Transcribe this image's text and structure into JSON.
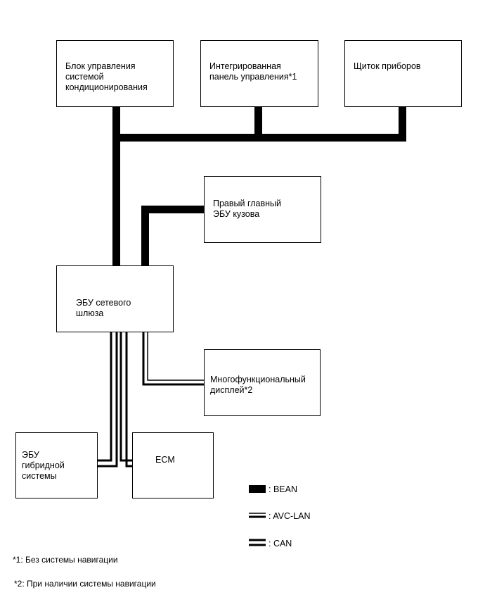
{
  "nodes": {
    "climate_control": "Блок управления\nсистемой\nкондиционирования",
    "integrated_panel": "Интегрированная\nпанель управления*1",
    "instrument_cluster": "Щиток приборов",
    "right_body_ecu": "Правый главный\nЭБУ кузова",
    "gateway_ecu": "ЭБУ сетевого\nшлюза",
    "multi_display": "Многофункциональный\nдисплей*2",
    "hybrid_ecu": "ЭБУ\nгибридной\nсистемы",
    "ecm": "ECM"
  },
  "legend": [
    {
      "style": "bean",
      "label": ": BEAN"
    },
    {
      "style": "avc-lan",
      "label": ": AVC-LAN"
    },
    {
      "style": "can",
      "label": ": CAN"
    }
  ],
  "footnotes": [
    "*1: Без системы навигации",
    "*2: При наличии системы навигации"
  ],
  "colors": {
    "line": "#000000",
    "background": "#ffffff"
  }
}
